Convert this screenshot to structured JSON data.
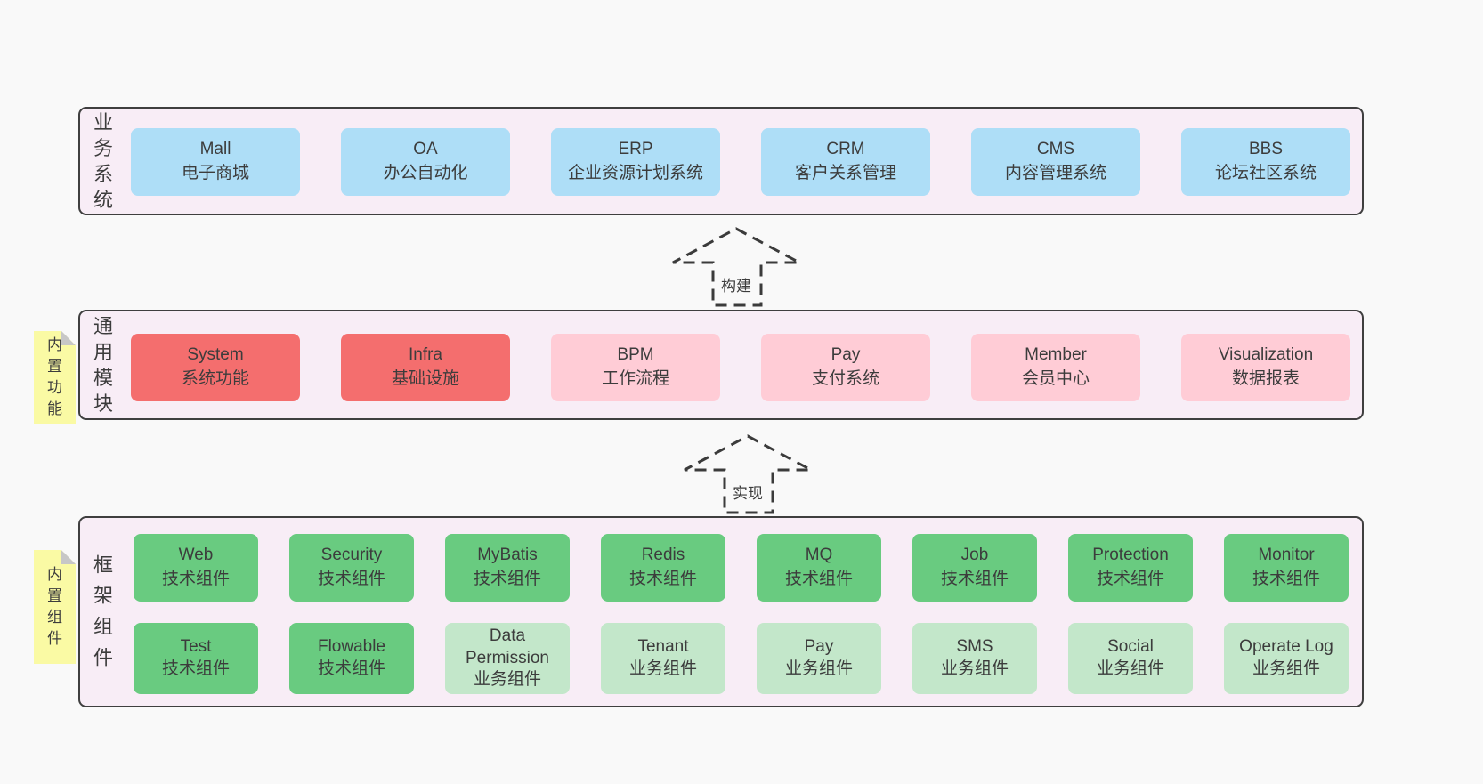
{
  "colors": {
    "page_bg": "#f9f9f9",
    "panel_bg": "#f8edf6",
    "panel_border": "#3f3f3f",
    "blue_box": "#aedef7",
    "red_box": "#f46e6e",
    "pink_box": "#ffccd6",
    "green_box": "#69cb80",
    "light_green_box": "#c3e7ca",
    "sticky_yellow": "#fafaa4",
    "text": "#3c3c3c"
  },
  "arrows": {
    "build": "构建",
    "implement": "实现"
  },
  "sections": {
    "business": {
      "label": "业务系统",
      "items": [
        {
          "title": "Mall",
          "subtitle": "电子商城"
        },
        {
          "title": "OA",
          "subtitle": "办公自动化"
        },
        {
          "title": "ERP",
          "subtitle": "企业资源计划系统"
        },
        {
          "title": "CRM",
          "subtitle": "客户关系管理"
        },
        {
          "title": "CMS",
          "subtitle": "内容管理系统"
        },
        {
          "title": "BBS",
          "subtitle": "论坛社区系统"
        }
      ]
    },
    "modules": {
      "label": "通用模块",
      "sticky": "内置功能",
      "items": [
        {
          "title": "System",
          "subtitle": "系统功能",
          "variant": "red"
        },
        {
          "title": "Infra",
          "subtitle": "基础设施",
          "variant": "red"
        },
        {
          "title": "BPM",
          "subtitle": "工作流程",
          "variant": "pink"
        },
        {
          "title": "Pay",
          "subtitle": "支付系统",
          "variant": "pink"
        },
        {
          "title": "Member",
          "subtitle": "会员中心",
          "variant": "pink"
        },
        {
          "title": "Visualization",
          "subtitle": "数据报表",
          "variant": "pink"
        }
      ]
    },
    "components": {
      "label": "框架组件",
      "sticky": "内置组件",
      "row1": [
        {
          "title": "Web",
          "subtitle": "技术组件",
          "variant": "green"
        },
        {
          "title": "Security",
          "subtitle": "技术组件",
          "variant": "green"
        },
        {
          "title": "MyBatis",
          "subtitle": "技术组件",
          "variant": "green"
        },
        {
          "title": "Redis",
          "subtitle": "技术组件",
          "variant": "green"
        },
        {
          "title": "MQ",
          "subtitle": "技术组件",
          "variant": "green"
        },
        {
          "title": "Job",
          "subtitle": "技术组件",
          "variant": "green"
        },
        {
          "title": "Protection",
          "subtitle": "技术组件",
          "variant": "green"
        },
        {
          "title": "Monitor",
          "subtitle": "技术组件",
          "variant": "green"
        }
      ],
      "row2": [
        {
          "title": "Test",
          "subtitle": "技术组件",
          "variant": "green"
        },
        {
          "title": "Flowable",
          "subtitle": "技术组件",
          "variant": "green"
        },
        {
          "title": "Data Permission",
          "subtitle": "业务组件",
          "variant": "lightgreen"
        },
        {
          "title": "Tenant",
          "subtitle": "业务组件",
          "variant": "lightgreen"
        },
        {
          "title": "Pay",
          "subtitle": "业务组件",
          "variant": "lightgreen"
        },
        {
          "title": "SMS",
          "subtitle": "业务组件",
          "variant": "lightgreen"
        },
        {
          "title": "Social",
          "subtitle": "业务组件",
          "variant": "lightgreen"
        },
        {
          "title": "Operate Log",
          "subtitle": "业务组件",
          "variant": "lightgreen"
        }
      ]
    }
  }
}
